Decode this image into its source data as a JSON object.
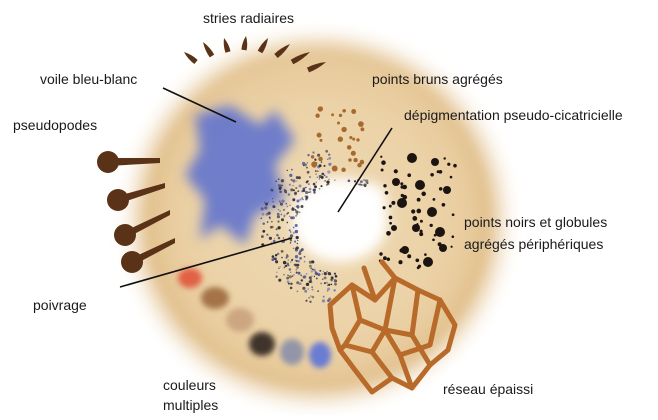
{
  "labels": {
    "radial_streaks": "stries radiaires",
    "blue_white_veil": "voile bleu-blanc",
    "pseudopods": "pseudopodes",
    "aggregated_brown_dots": "points bruns agrégés",
    "scar_like_depigmentation": "dépigmentation pseudo-cicatricielle",
    "peripheral_black_dots_line1": "points noirs et globules",
    "peripheral_black_dots_line2": "agrégés périphériques",
    "peppering": "poivrage",
    "multiple_colors_line1": "couleurs",
    "multiple_colors_line2": "multiples",
    "thickened_network": "réseau épaissi"
  },
  "colors": {
    "lesion_tan": "#e9cfa3",
    "lesion_dark_ring": "#d8b27e",
    "veil_blue": "#5a6fd0",
    "brown_feature": "#5a3218",
    "brown_dots": "#a8692e",
    "black_dots": "#1c1410",
    "network": "#b86a2a",
    "multicolor_swatches": [
      "#e0553a",
      "#9c6a3f",
      "#c9a27d",
      "#2b2420",
      "#8a8fa8",
      "#5c74d8"
    ]
  }
}
